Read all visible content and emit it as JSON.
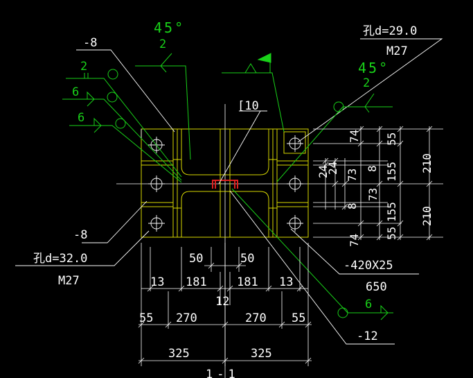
{
  "colors": {
    "background": "#000000",
    "outline": "#d8d800",
    "leader": "#ffffff",
    "weld": "#19d219",
    "channel": "#e02020"
  },
  "labels": {
    "weld_top_left_size": "45°",
    "weld_top_left_code": "2",
    "weld_top_right_size": "45°",
    "weld_top_right_code": "2",
    "weld_left_1": "2",
    "weld_left_2": "6",
    "weld_left_3": "6",
    "weld_right_bottom": "6",
    "plate_top_left": "-8",
    "plate_bottom_left": "-8",
    "hole_top_right": "孔d=29.0",
    "bolt_top_right": "M27",
    "hole_bottom_left": "孔d=32.0",
    "bolt_bottom_left": "M27",
    "channel": "[10",
    "base_plate": "-420X25",
    "base_plate_len": "650",
    "plate_bottom_right": "-12",
    "section_mark": "1-1"
  },
  "dims_bottom": {
    "d50_left": "50",
    "d50_right": "50",
    "d13_left": "13",
    "d181_left": "181",
    "d181_right": "181",
    "d13_right": "13",
    "d12": "12",
    "d55_left": "55",
    "d270_left": "270",
    "d270_right": "270",
    "d55_right": "55",
    "d325_left": "325",
    "d325_right": "325"
  },
  "dims_right": {
    "d74_top": "74",
    "d55_top": "55",
    "d210_top": "210",
    "d24_a": "24",
    "d24_b": "24",
    "d73_a": "73",
    "d8_a": "8",
    "d155_top": "155",
    "d73_b": "73",
    "d8_b": "8",
    "d155_bot": "155",
    "d210_bot": "210",
    "d74_bot": "74",
    "d55_bot": "55"
  }
}
